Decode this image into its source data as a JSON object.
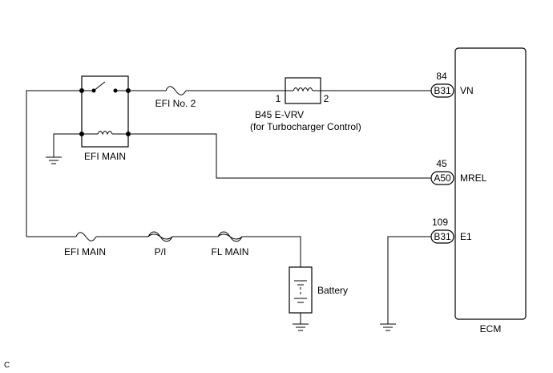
{
  "components": {
    "relay_label": "EFI MAIN",
    "fuse_efi_no2": "EFI No. 2",
    "evrv_name": "B45 E-VRV",
    "evrv_desc": "(for Turbocharger Control)",
    "evrv_pin1": "1",
    "evrv_pin2": "2",
    "fuse_efi_main": "EFI MAIN",
    "fuse_pi": "P/I",
    "fuse_fl_main": "FL MAIN",
    "battery": "Battery",
    "ecm": "ECM"
  },
  "ecm_terminals": [
    {
      "pin": "84",
      "connector": "B31",
      "signal": "VN"
    },
    {
      "pin": "45",
      "connector": "A50",
      "signal": "MREL"
    },
    {
      "pin": "109",
      "connector": "B31",
      "signal": "E1"
    }
  ],
  "figure_code": "C"
}
